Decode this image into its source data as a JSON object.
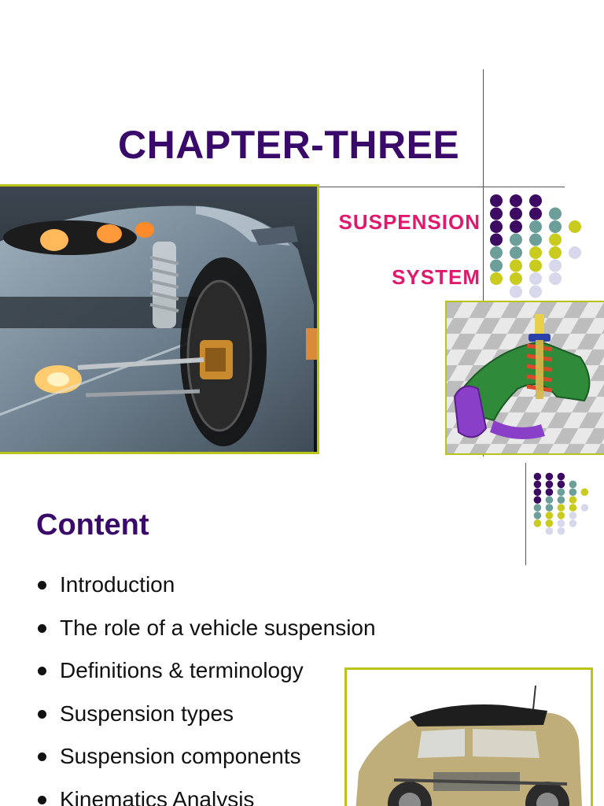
{
  "slide1": {
    "title": "CHAPTER-THREE",
    "subtitle_line1": "SUSPENSION",
    "subtitle_line2": "SYSTEM"
  },
  "slide2": {
    "heading": "Content",
    "bullets": [
      "Introduction",
      "The role of a vehicle suspension",
      "Definitions & terminology",
      "Suspension types",
      "Suspension components",
      "Kinematics Analysis"
    ]
  },
  "colors": {
    "title": "#3a0a6a",
    "subtitle": "#e2186d",
    "frame_border": "#b9c31a",
    "dot_purple": "#3d0a63",
    "dot_teal": "#6c9e9a",
    "dot_yellow": "#c9cc1e",
    "dot_lavender": "#d8d8ec"
  },
  "images": {
    "car_cutaway": "car-front-suspension-cutaway-photo",
    "strut_render": "coilover-strut-control-arm-render",
    "mini_chassis": "mini-car-chassis-cutaway-photo"
  },
  "decor": {
    "dot_grid": [
      [
        "P",
        "P",
        "P",
        "",
        ""
      ],
      [
        "P",
        "P",
        "P",
        "T",
        ""
      ],
      [
        "P",
        "P",
        "T",
        "T",
        "Y"
      ],
      [
        "P",
        "T",
        "T",
        "Y",
        ""
      ],
      [
        "T",
        "T",
        "Y",
        "Y",
        "L"
      ],
      [
        "T",
        "Y",
        "Y",
        "L",
        ""
      ],
      [
        "Y",
        "Y",
        "L",
        "L",
        ""
      ],
      [
        "",
        "L",
        "L",
        "",
        ""
      ]
    ]
  }
}
